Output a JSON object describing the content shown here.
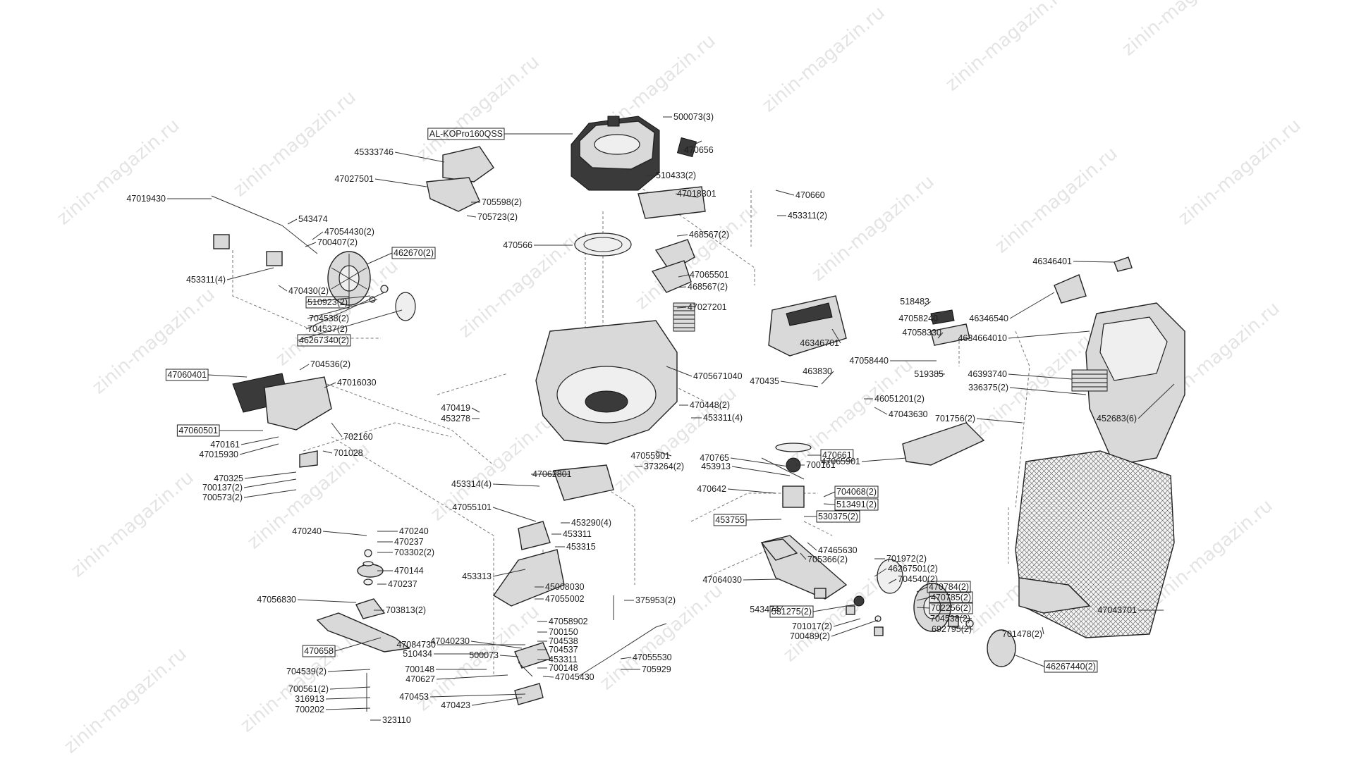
{
  "watermark": "zinin-magazin.ru",
  "labels": [
    {
      "id": "L1",
      "text": "500073(3)"
    },
    {
      "id": "L2",
      "text": "AL-KOPro160QSS",
      "boxed": true
    },
    {
      "id": "L3",
      "text": "470656"
    },
    {
      "id": "L4",
      "text": "45333746"
    },
    {
      "id": "L5",
      "text": "510433(2)"
    },
    {
      "id": "L6",
      "text": "47027501"
    },
    {
      "id": "L7",
      "text": "47018301"
    },
    {
      "id": "L8",
      "text": "470660"
    },
    {
      "id": "L9",
      "text": "705598(2)"
    },
    {
      "id": "L10",
      "text": "47019430"
    },
    {
      "id": "L11",
      "text": "705723(2)"
    },
    {
      "id": "L12",
      "text": "453311(2)"
    },
    {
      "id": "L13",
      "text": "543474"
    },
    {
      "id": "L14",
      "text": "47054430(2)"
    },
    {
      "id": "L15",
      "text": "468567(2)"
    },
    {
      "id": "L16",
      "text": "700407(2)"
    },
    {
      "id": "L17",
      "text": "470566"
    },
    {
      "id": "L18",
      "text": "462670(2)",
      "boxed": true
    },
    {
      "id": "L19",
      "text": "46346401"
    },
    {
      "id": "L20",
      "text": "453311(4)"
    },
    {
      "id": "L21",
      "text": "47065501"
    },
    {
      "id": "L22",
      "text": "470430(2)"
    },
    {
      "id": "L23",
      "text": "468567(2)"
    },
    {
      "id": "L24",
      "text": "510923(2)",
      "boxed": true
    },
    {
      "id": "L25",
      "text": "518483"
    },
    {
      "id": "L26",
      "text": "47027201"
    },
    {
      "id": "L27",
      "text": "46346540"
    },
    {
      "id": "L28",
      "text": "47058240"
    },
    {
      "id": "L29",
      "text": "704538(2)"
    },
    {
      "id": "L30",
      "text": "4634664010"
    },
    {
      "id": "L31",
      "text": "704537(2)"
    },
    {
      "id": "L32",
      "text": "47058330"
    },
    {
      "id": "L33",
      "text": "46267340(2)",
      "boxed": true
    },
    {
      "id": "L34",
      "text": "46346701"
    },
    {
      "id": "L35",
      "text": "47058440"
    },
    {
      "id": "L36",
      "text": "704536(2)"
    },
    {
      "id": "L37",
      "text": "463830"
    },
    {
      "id": "L38",
      "text": "519385"
    },
    {
      "id": "L39",
      "text": "46393740"
    },
    {
      "id": "L40",
      "text": "47060401",
      "boxed": true
    },
    {
      "id": "L41",
      "text": "4705671040"
    },
    {
      "id": "L42",
      "text": "470435"
    },
    {
      "id": "L43",
      "text": "47016030"
    },
    {
      "id": "L44",
      "text": "336375(2)"
    },
    {
      "id": "L45",
      "text": "46051201(2)"
    },
    {
      "id": "L46",
      "text": "470419"
    },
    {
      "id": "L47",
      "text": "470448(2)"
    },
    {
      "id": "L48",
      "text": "47043630"
    },
    {
      "id": "L49",
      "text": "453278"
    },
    {
      "id": "L50",
      "text": "453311(4)"
    },
    {
      "id": "L51",
      "text": "701756(2)"
    },
    {
      "id": "L52",
      "text": "452683(6)"
    },
    {
      "id": "L53",
      "text": "47060501",
      "boxed": true
    },
    {
      "id": "L54",
      "text": "702160"
    },
    {
      "id": "L55",
      "text": "470161"
    },
    {
      "id": "L56",
      "text": "47015930"
    },
    {
      "id": "L57",
      "text": "701028"
    },
    {
      "id": "L58",
      "text": "47055901"
    },
    {
      "id": "L59",
      "text": "470765"
    },
    {
      "id": "L60",
      "text": "470661",
      "boxed": true
    },
    {
      "id": "L61",
      "text": "47065901"
    },
    {
      "id": "L62",
      "text": "470325"
    },
    {
      "id": "L63",
      "text": "47062801"
    },
    {
      "id": "L64",
      "text": "373264(2)"
    },
    {
      "id": "L65",
      "text": "453913"
    },
    {
      "id": "L66",
      "text": "700161"
    },
    {
      "id": "L67",
      "text": "700137(2)"
    },
    {
      "id": "L68",
      "text": "453314(4)"
    },
    {
      "id": "L69",
      "text": "700573(2)"
    },
    {
      "id": "L70",
      "text": "470642"
    },
    {
      "id": "L71",
      "text": "704068(2)",
      "boxed": true
    },
    {
      "id": "L72",
      "text": "513491(2)",
      "boxed": true
    },
    {
      "id": "L73",
      "text": "47055101"
    },
    {
      "id": "L74",
      "text": "453755",
      "boxed": true
    },
    {
      "id": "L75",
      "text": "530375(2)",
      "boxed": true
    },
    {
      "id": "L76",
      "text": "453290(4)"
    },
    {
      "id": "L77",
      "text": "470240"
    },
    {
      "id": "L78",
      "text": "470240"
    },
    {
      "id": "L79",
      "text": "453311"
    },
    {
      "id": "L80",
      "text": "470237"
    },
    {
      "id": "L81",
      "text": "453315"
    },
    {
      "id": "L82",
      "text": "47465630"
    },
    {
      "id": "L83",
      "text": "703302(2)"
    },
    {
      "id": "L84",
      "text": "705366(2)"
    },
    {
      "id": "L85",
      "text": "701972(2)"
    },
    {
      "id": "L86",
      "text": "470144"
    },
    {
      "id": "L87",
      "text": "46267501(2)"
    },
    {
      "id": "L88",
      "text": "453313"
    },
    {
      "id": "L89",
      "text": "45008030"
    },
    {
      "id": "L90",
      "text": "470237"
    },
    {
      "id": "L91",
      "text": "47064030"
    },
    {
      "id": "L92",
      "text": "704540(2)"
    },
    {
      "id": "L93",
      "text": "47055002"
    },
    {
      "id": "L94",
      "text": "375953(2)"
    },
    {
      "id": "L95",
      "text": "470784(2)",
      "boxed": true
    },
    {
      "id": "L96",
      "text": "47056830"
    },
    {
      "id": "L97",
      "text": "470785(2)",
      "boxed": true
    },
    {
      "id": "L98",
      "text": "703813(2)"
    },
    {
      "id": "L99",
      "text": "543474"
    },
    {
      "id": "L100",
      "text": "531275(2)",
      "boxed": true
    },
    {
      "id": "L101",
      "text": "702256(2)",
      "boxed": true
    },
    {
      "id": "L102",
      "text": "47043701"
    },
    {
      "id": "L103",
      "text": "47058902"
    },
    {
      "id": "L104",
      "text": "704538(2)"
    },
    {
      "id": "L105",
      "text": "700150"
    },
    {
      "id": "L106",
      "text": "701017(2)"
    },
    {
      "id": "L107",
      "text": "692795(2)"
    },
    {
      "id": "L108",
      "text": "47084730"
    },
    {
      "id": "L109",
      "text": "47040230"
    },
    {
      "id": "L110",
      "text": "704538"
    },
    {
      "id": "L111",
      "text": "701478(2)"
    },
    {
      "id": "L112",
      "text": "470658",
      "boxed": true
    },
    {
      "id": "L113",
      "text": "510434"
    },
    {
      "id": "L114",
      "text": "500073"
    },
    {
      "id": "L115",
      "text": "704537"
    },
    {
      "id": "L116",
      "text": "700489(2)"
    },
    {
      "id": "L117",
      "text": "453311"
    },
    {
      "id": "L118",
      "text": "47055530"
    },
    {
      "id": "L119",
      "text": "704539(2)"
    },
    {
      "id": "L120",
      "text": "700148"
    },
    {
      "id": "L121",
      "text": "700148"
    },
    {
      "id": "L122",
      "text": "705929"
    },
    {
      "id": "L123",
      "text": "470627"
    },
    {
      "id": "L124",
      "text": "47045430"
    },
    {
      "id": "L125",
      "text": "46267440(2)",
      "boxed": true
    },
    {
      "id": "L126",
      "text": "700561(2)"
    },
    {
      "id": "L127",
      "text": "470453"
    },
    {
      "id": "L128",
      "text": "316913"
    },
    {
      "id": "L129",
      "text": "470423"
    },
    {
      "id": "L130",
      "text": "700202"
    },
    {
      "id": "L131",
      "text": "323110"
    }
  ]
}
